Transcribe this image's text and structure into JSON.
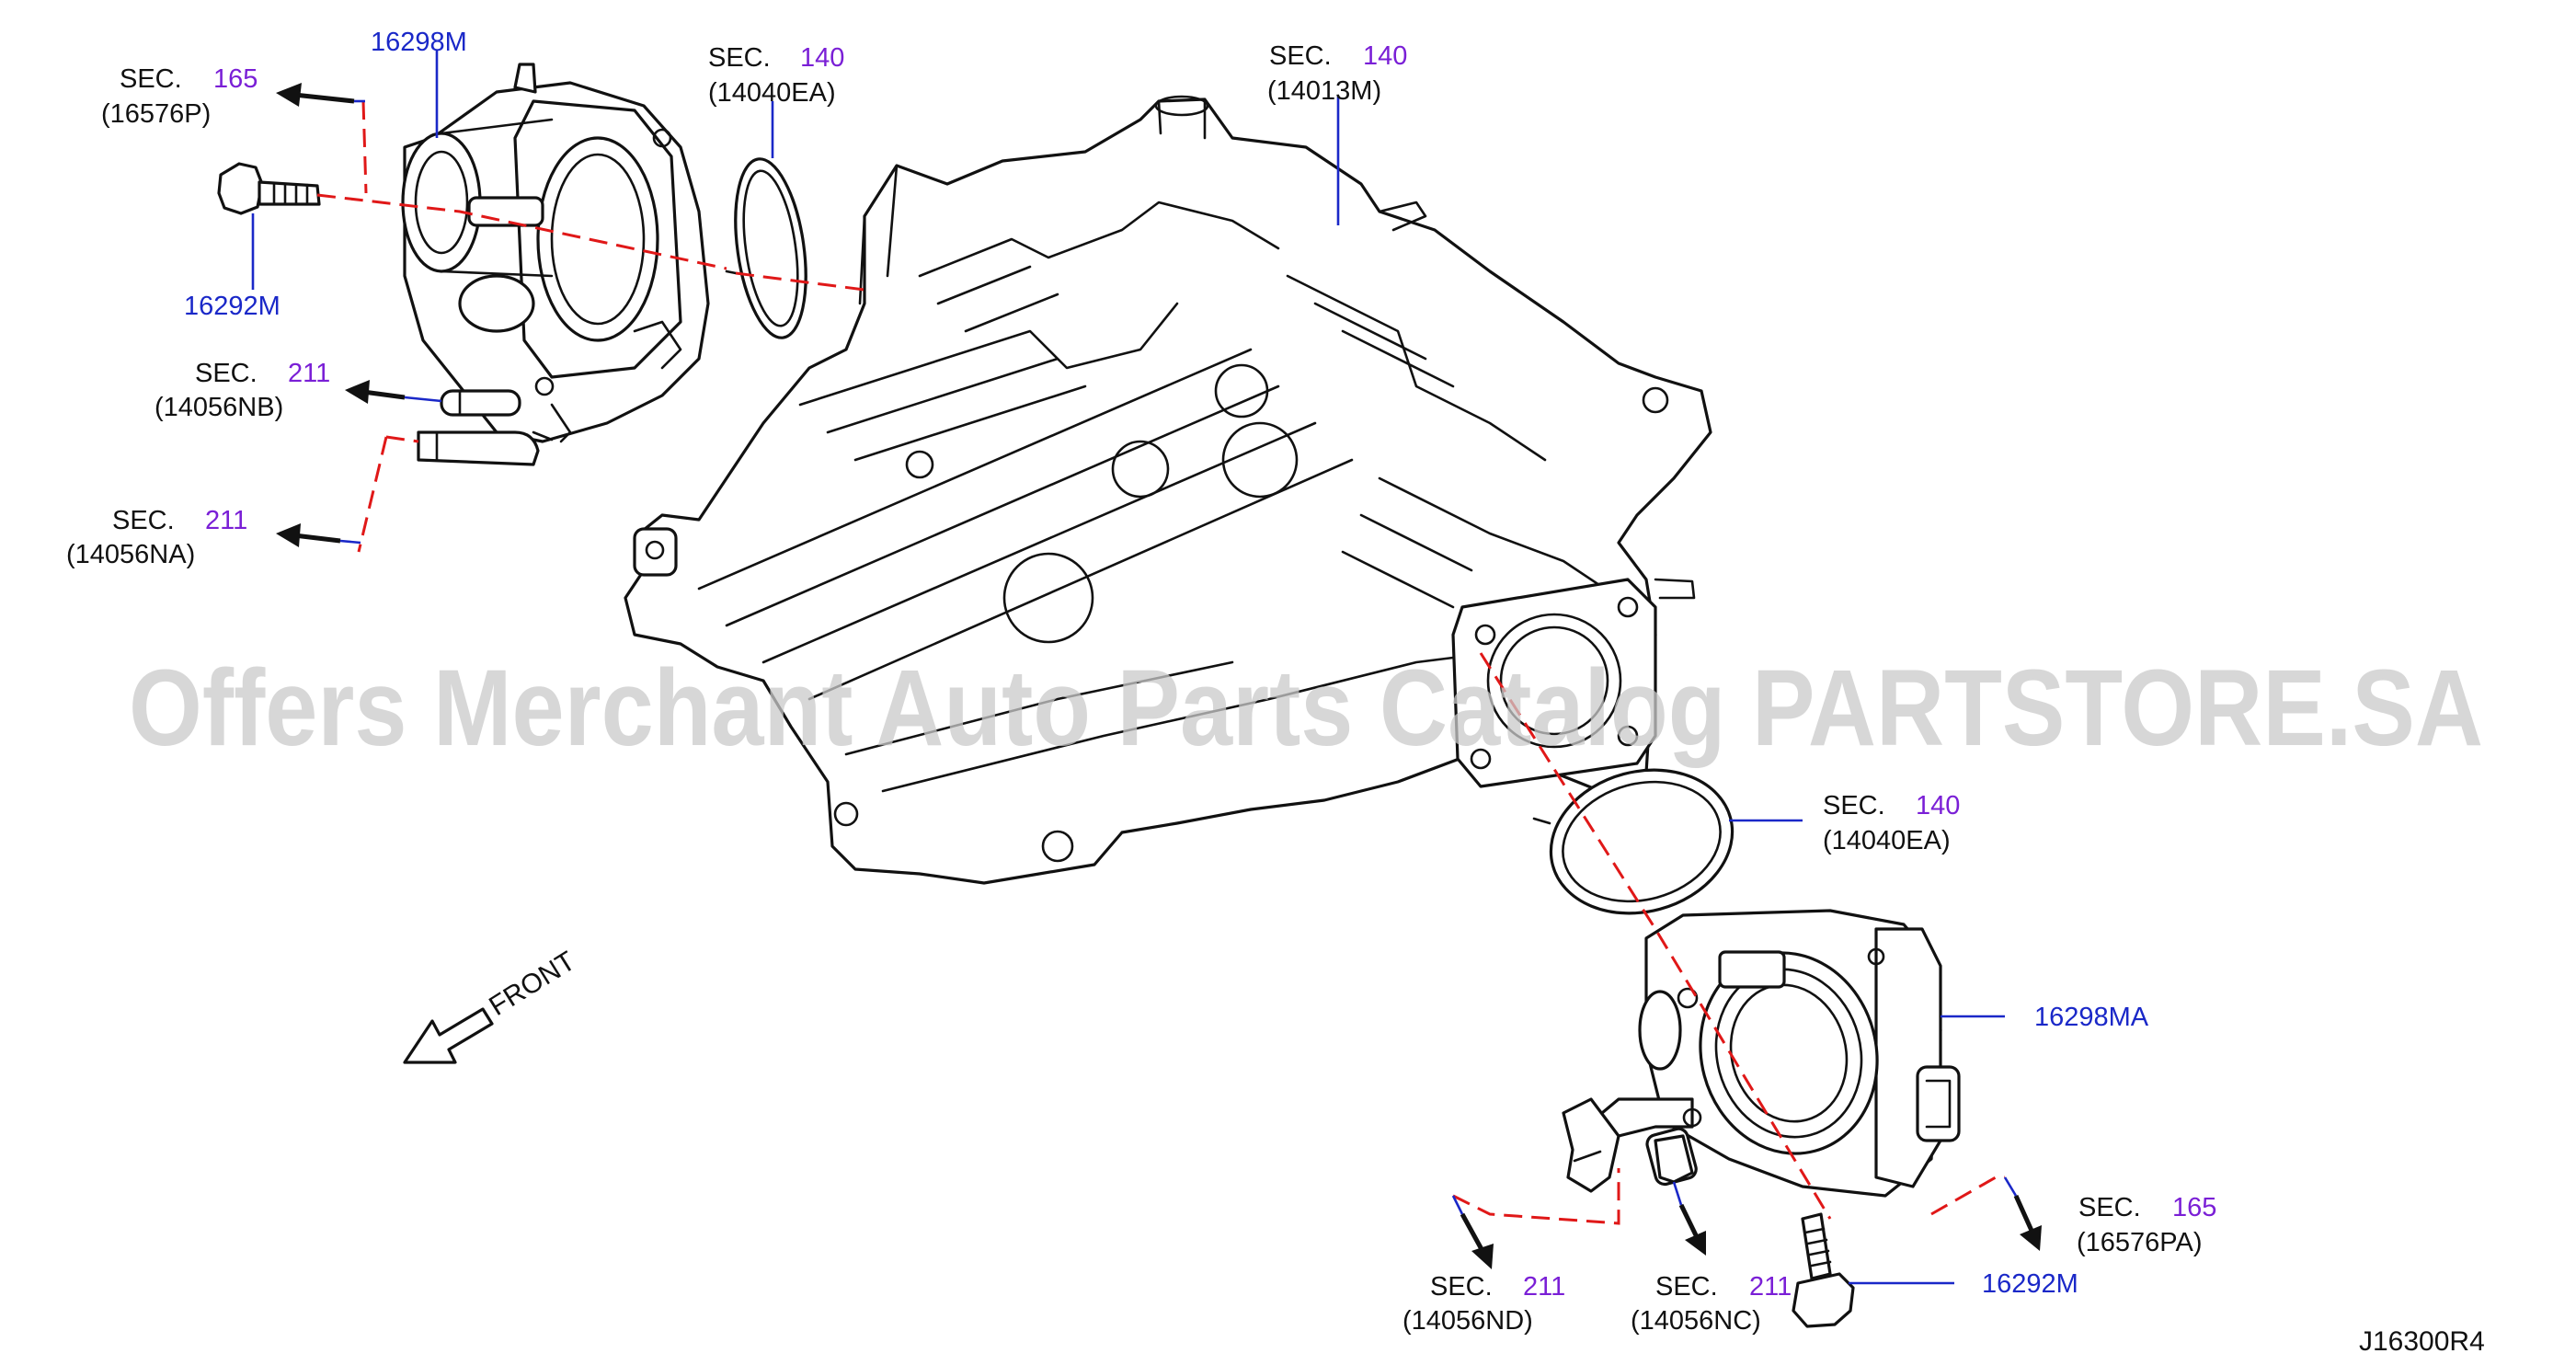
{
  "diagram": {
    "code": "J16300R4",
    "watermark": "Offers Merchant Auto Parts Catalog PARTSTORE.SA",
    "front_label": "FRONT"
  },
  "callouts": {
    "throttle_left": "16298M",
    "throttle_right": "16298MA",
    "bolt_left": "16292M",
    "bolt_right": "16292M",
    "sec_prefix": "SEC.",
    "gasket_top": {
      "sec": "140",
      "part": "(14040EA)"
    },
    "gasket_right": {
      "sec": "140",
      "part": "(14040EA)"
    },
    "manifold": {
      "sec": "140",
      "part": "(14013M)"
    },
    "sensor_left": {
      "sec": "165",
      "part": "(16576P)"
    },
    "sensor_right": {
      "sec": "165",
      "part": "(16576PA)"
    },
    "hose_nb": {
      "sec": "211",
      "part": "(14056NB)"
    },
    "hose_na": {
      "sec": "211",
      "part": "(14056NA)"
    },
    "hose_nd": {
      "sec": "211",
      "part": "(14056ND)"
    },
    "hose_nc": {
      "sec": "211",
      "part": "(14056NC)"
    }
  },
  "colors": {
    "part_number": "#1a28c8",
    "section_number": "#7a1fd6",
    "dashed_reference": "#e01818",
    "line_art": "#111111"
  }
}
